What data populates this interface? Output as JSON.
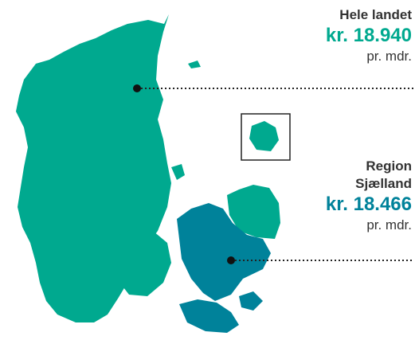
{
  "colors": {
    "denmark": "#00a98f",
    "region": "#00829a",
    "national_value": "#00a98f",
    "region_value": "#00829a",
    "text": "#333333",
    "leader": "#222222"
  },
  "callouts": {
    "national": {
      "title": "Hele landet",
      "value": "kr. 18.940",
      "unit": "pr. mdr."
    },
    "region": {
      "title_line1": "Region",
      "title_line2": "Sjælland",
      "value": "kr. 18.466",
      "unit": "pr. mdr."
    }
  }
}
